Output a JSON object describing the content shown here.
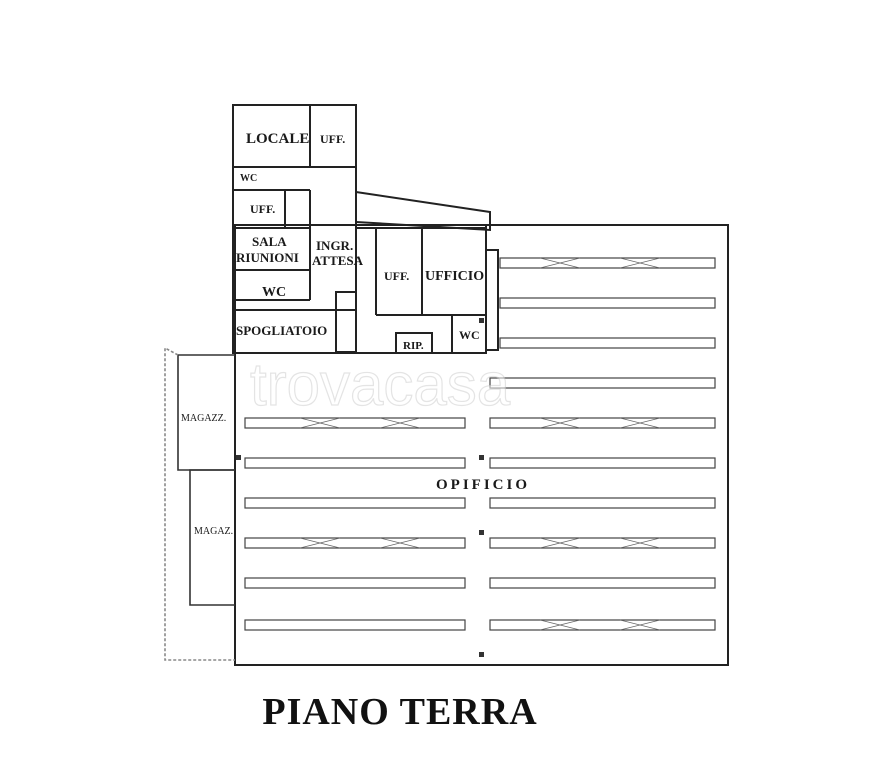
{
  "rooms": {
    "locale": "LOCALE",
    "uff_top": "UFF.",
    "wc_top": "WC",
    "uff_mid": "UFF.",
    "sala": "SALA",
    "riunioni": "RIUNIONI",
    "ingr": "INGR.",
    "attesa": "ATTESA",
    "uff_right": "UFF.",
    "ufficio": "UFFICIO",
    "wc_mid": "WC",
    "spogliatoio": "SPOGLIATOIO",
    "rip": "RIP.",
    "wc_right": "WC",
    "magazz": "MAGAZZ.",
    "magaz": "MAGAZ.",
    "opificio": "OPIFICIO"
  },
  "watermark": "trovacasa",
  "floor_title": "PIANO TERRA"
}
